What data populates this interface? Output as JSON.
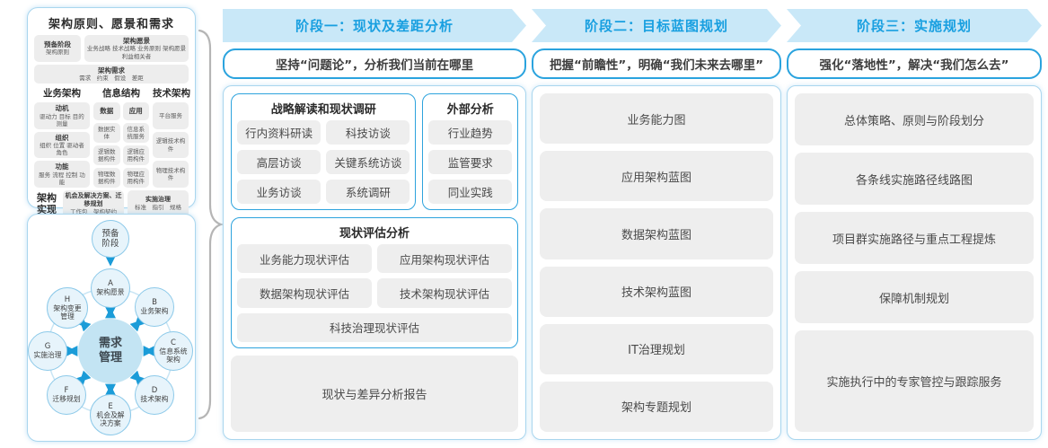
{
  "left": {
    "principles": {
      "title": "架构原则、愿景和需求",
      "prep_stage": "预备阶段",
      "prep_sub": "架构原则",
      "vision_title": "架构愿景",
      "vision_items": "业务战略 技术战略 业务原则 架构愿景 利益相关者",
      "req_title": "架构需求",
      "req_items": "需求　约束　假设　差距",
      "business_title": "业务架构",
      "business_boxes": [
        {
          "t": "动机",
          "s": "驱动力 目标 目的 测量"
        },
        {
          "t": "组织",
          "s": "组织 位置 驱动者 角色"
        },
        {
          "t": "功能",
          "s": "服务 流程 控制 功能"
        }
      ],
      "info_title": "信息结构",
      "info_data_title": "数据",
      "info_data_items": [
        "数据实体",
        "逻辑数据构件",
        "物理数据构件"
      ],
      "info_app_title": "应用",
      "info_app_items": [
        "信息系统服务",
        "逻辑应用构件",
        "物理应用构件"
      ],
      "tech_title": "技术架构",
      "tech_items": [
        "平台服务",
        "逻辑技术构件",
        "物理技术构件"
      ],
      "impl_label": "架构实现",
      "impl_boxes": [
        {
          "t": "机会及解决方案、迁移规划",
          "s": "工作包　架构契约"
        },
        {
          "t": "实施治理",
          "s": "标准　指引　规格"
        }
      ]
    },
    "cycle": {
      "prep": "预备阶段",
      "center": "需求管理",
      "nodes": [
        {
          "id": "A",
          "label": "架构愿景"
        },
        {
          "id": "B",
          "label": "业务架构"
        },
        {
          "id": "C",
          "label": "信息系统架构"
        },
        {
          "id": "D",
          "label": "技术架构"
        },
        {
          "id": "E",
          "label": "机会及解决方案"
        },
        {
          "id": "F",
          "label": "迁移规划"
        },
        {
          "id": "G",
          "label": "实施治理"
        },
        {
          "id": "H",
          "label": "架构变更管理"
        }
      ]
    }
  },
  "phases": [
    {
      "header": "阶段一：现状及差距分析",
      "subtitle": "坚持“问题论”，分析我们当前在哪里",
      "group1": {
        "title": "战略解读和现状调研",
        "items": [
          "行内资料研读",
          "科技访谈",
          "高层访谈",
          "关键系统访谈",
          "业务访谈",
          "系统调研"
        ]
      },
      "group2": {
        "title": "外部分析",
        "items": [
          "行业趋势",
          "监管要求",
          "同业实践"
        ]
      },
      "group3": {
        "title": "现状评估分析",
        "items": [
          "业务能力现状评估",
          "应用架构现状评估",
          "数据架构现状评估",
          "技术架构现状评估",
          "科技治理现状评估"
        ]
      },
      "report": "现状与差异分析报告"
    },
    {
      "header": "阶段二：目标蓝图规划",
      "subtitle": "把握“前瞻性”，明确“我们未来去哪里”",
      "items": [
        "业务能力图",
        "应用架构蓝图",
        "数据架构蓝图",
        "技术架构蓝图",
        "IT治理规划",
        "架构专题规划"
      ]
    },
    {
      "header": "阶段三：实施规划",
      "subtitle": "强化“落地性”，解决“我们怎么去”",
      "items": [
        "总体策略、原则与阶段划分",
        "各条线实施路径线路图",
        "项目群实施路径与重点工程提炼",
        "保障机制规划",
        "实施执行中的专家管控与跟踪服务"
      ]
    }
  ],
  "colors": {
    "band_bg": "#c9e8f8",
    "band_text": "#189fe0",
    "accent_border": "#2aa3de",
    "panel_border": "#a9d6ee",
    "box_bg": "#eeeeee",
    "box_text": "#4a4a4a",
    "arrow": "#1b9cd8",
    "center_circle": "#c3e4f3",
    "node_circle": "#e7f4fb"
  }
}
